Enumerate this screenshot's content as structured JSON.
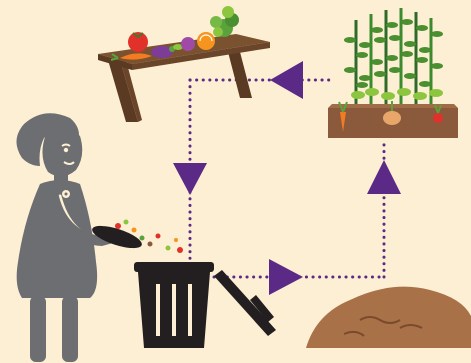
{
  "diagram": {
    "type": "compost-cycle",
    "nodes": [
      {
        "id": "vegetables",
        "icon": "vegetables-on-table-icon"
      },
      {
        "id": "person",
        "icon": "person-scraping-food-waste-icon"
      },
      {
        "id": "compost-bin",
        "icon": "compost-bin-icon"
      },
      {
        "id": "compost-pile",
        "icon": "compost-pile-icon"
      },
      {
        "id": "garden",
        "icon": "vegetable-garden-icon"
      }
    ],
    "edges": [
      {
        "from": "vegetables",
        "to": "compost-bin",
        "style": "dotted",
        "arrow": "down"
      },
      {
        "from": "compost-bin",
        "to": "compost-pile",
        "style": "dotted",
        "arrow": "right"
      },
      {
        "from": "compost-pile",
        "to": "garden",
        "style": "dotted",
        "arrow": "up"
      },
      {
        "from": "garden",
        "to": "vegetables",
        "style": "dotted",
        "arrow": "left"
      }
    ]
  },
  "colors": {
    "background": "#fdefd3",
    "arrow": "#5b2a86",
    "person": "#6d6e71",
    "bin": "#231f20",
    "table": "#7a5230",
    "soil": "#8b5a3c",
    "compost": "#a97148",
    "leaf": "#5aa33c"
  }
}
